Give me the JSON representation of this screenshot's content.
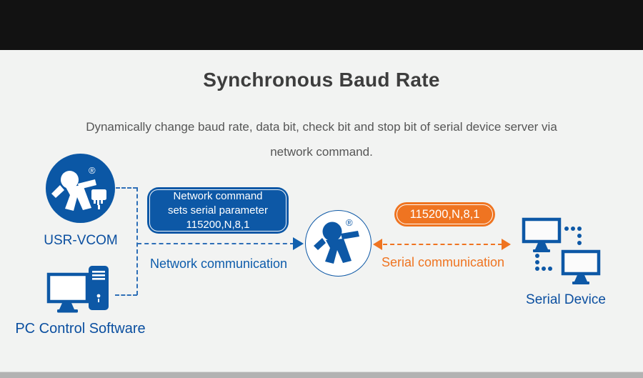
{
  "title": "Synchronous Baud Rate",
  "subtitle_line1": "Dynamically change baud rate, data bit, check bit and stop bit of serial device server via",
  "subtitle_line2": "network command.",
  "reg_mark": "®",
  "nodes": {
    "usr_vcom_label": "USR-VCOM",
    "pc_label": "PC Control Software",
    "serial_device_label": "Serial Device"
  },
  "boxes": {
    "network_command_line1": "Network command",
    "network_command_line2": "sets serial parameter",
    "network_command_line3": "115200,N,8,1",
    "serial_param": "115200,N,8,1"
  },
  "links": {
    "network_label": "Network communication",
    "serial_label": "Serial communication"
  },
  "colors": {
    "brand_blue": "#0d58a6",
    "brand_orange": "#ef7421",
    "label_blue": "#0b4fa0",
    "page_bg": "#f2f3f2",
    "top_bar": "#121212",
    "bottom_bar": "#b2b2b2"
  }
}
